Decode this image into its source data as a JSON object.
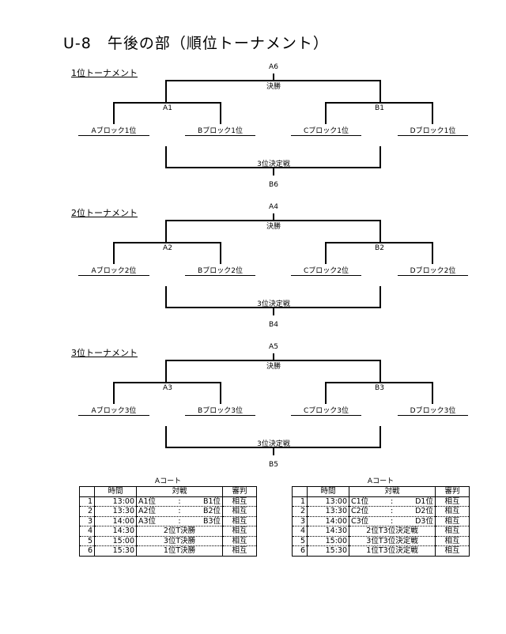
{
  "title": "U-8　午後の部（順位トーナメント）",
  "tournaments": [
    {
      "heading": "1位トーナメント",
      "final_code": "A6",
      "final_label": "決勝",
      "semi_left": "A1",
      "semi_right": "B1",
      "teams": [
        "Aブロック1位",
        "Bブロック1位",
        "Cブロック1位",
        "Dブロック1位"
      ],
      "third_label": "3位決定戦",
      "third_code": "B6"
    },
    {
      "heading": "2位トーナメント",
      "final_code": "A4",
      "final_label": "決勝",
      "semi_left": "A2",
      "semi_right": "B2",
      "teams": [
        "Aブロック2位",
        "Bブロック2位",
        "Cブロック2位",
        "Dブロック2位"
      ],
      "third_label": "3位決定戦",
      "third_code": "B4"
    },
    {
      "heading": "3位トーナメント",
      "final_code": "A5",
      "final_label": "決勝",
      "semi_left": "A3",
      "semi_right": "B3",
      "teams": [
        "Aブロック3位",
        "Bブロック3位",
        "Cブロック3位",
        "Dブロック3位"
      ],
      "third_label": "3位決定戦",
      "third_code": "B5"
    }
  ],
  "schedules": [
    {
      "court": "Aコート",
      "headers": [
        "",
        "時間",
        "対戦",
        "審判"
      ],
      "rows": [
        {
          "no": "1",
          "time": "13:00",
          "home": "A1位",
          "sep": ":",
          "away": "B1位",
          "ref": "相互"
        },
        {
          "no": "2",
          "time": "13:30",
          "home": "A2位",
          "sep": ":",
          "away": "B2位",
          "ref": "相互"
        },
        {
          "no": "3",
          "time": "14:00",
          "home": "A3位",
          "sep": ":",
          "away": "B3位",
          "ref": "相互"
        },
        {
          "no": "4",
          "time": "14:30",
          "match": "2位T決勝",
          "ref": "相互"
        },
        {
          "no": "5",
          "time": "15:00",
          "match": "3位T決勝",
          "ref": "相互"
        },
        {
          "no": "6",
          "time": "15:30",
          "match": "1位T決勝",
          "ref": "相互"
        }
      ]
    },
    {
      "court": "Aコート",
      "headers": [
        "",
        "時間",
        "対戦",
        "審判"
      ],
      "rows": [
        {
          "no": "1",
          "time": "13:00",
          "home": "C1位",
          "sep": ":",
          "away": "D1位",
          "ref": "相互"
        },
        {
          "no": "2",
          "time": "13:30",
          "home": "C2位",
          "sep": ":",
          "away": "D2位",
          "ref": "相互"
        },
        {
          "no": "3",
          "time": "14:00",
          "home": "C3位",
          "sep": ":",
          "away": "D3位",
          "ref": "相互"
        },
        {
          "no": "4",
          "time": "14:30",
          "match": "2位T3位決定戦",
          "ref": "相互"
        },
        {
          "no": "5",
          "time": "15:00",
          "match": "3位T3位決定戦",
          "ref": "相互"
        },
        {
          "no": "6",
          "time": "15:30",
          "match": "1位T3位決定戦",
          "ref": "相互"
        }
      ]
    }
  ]
}
